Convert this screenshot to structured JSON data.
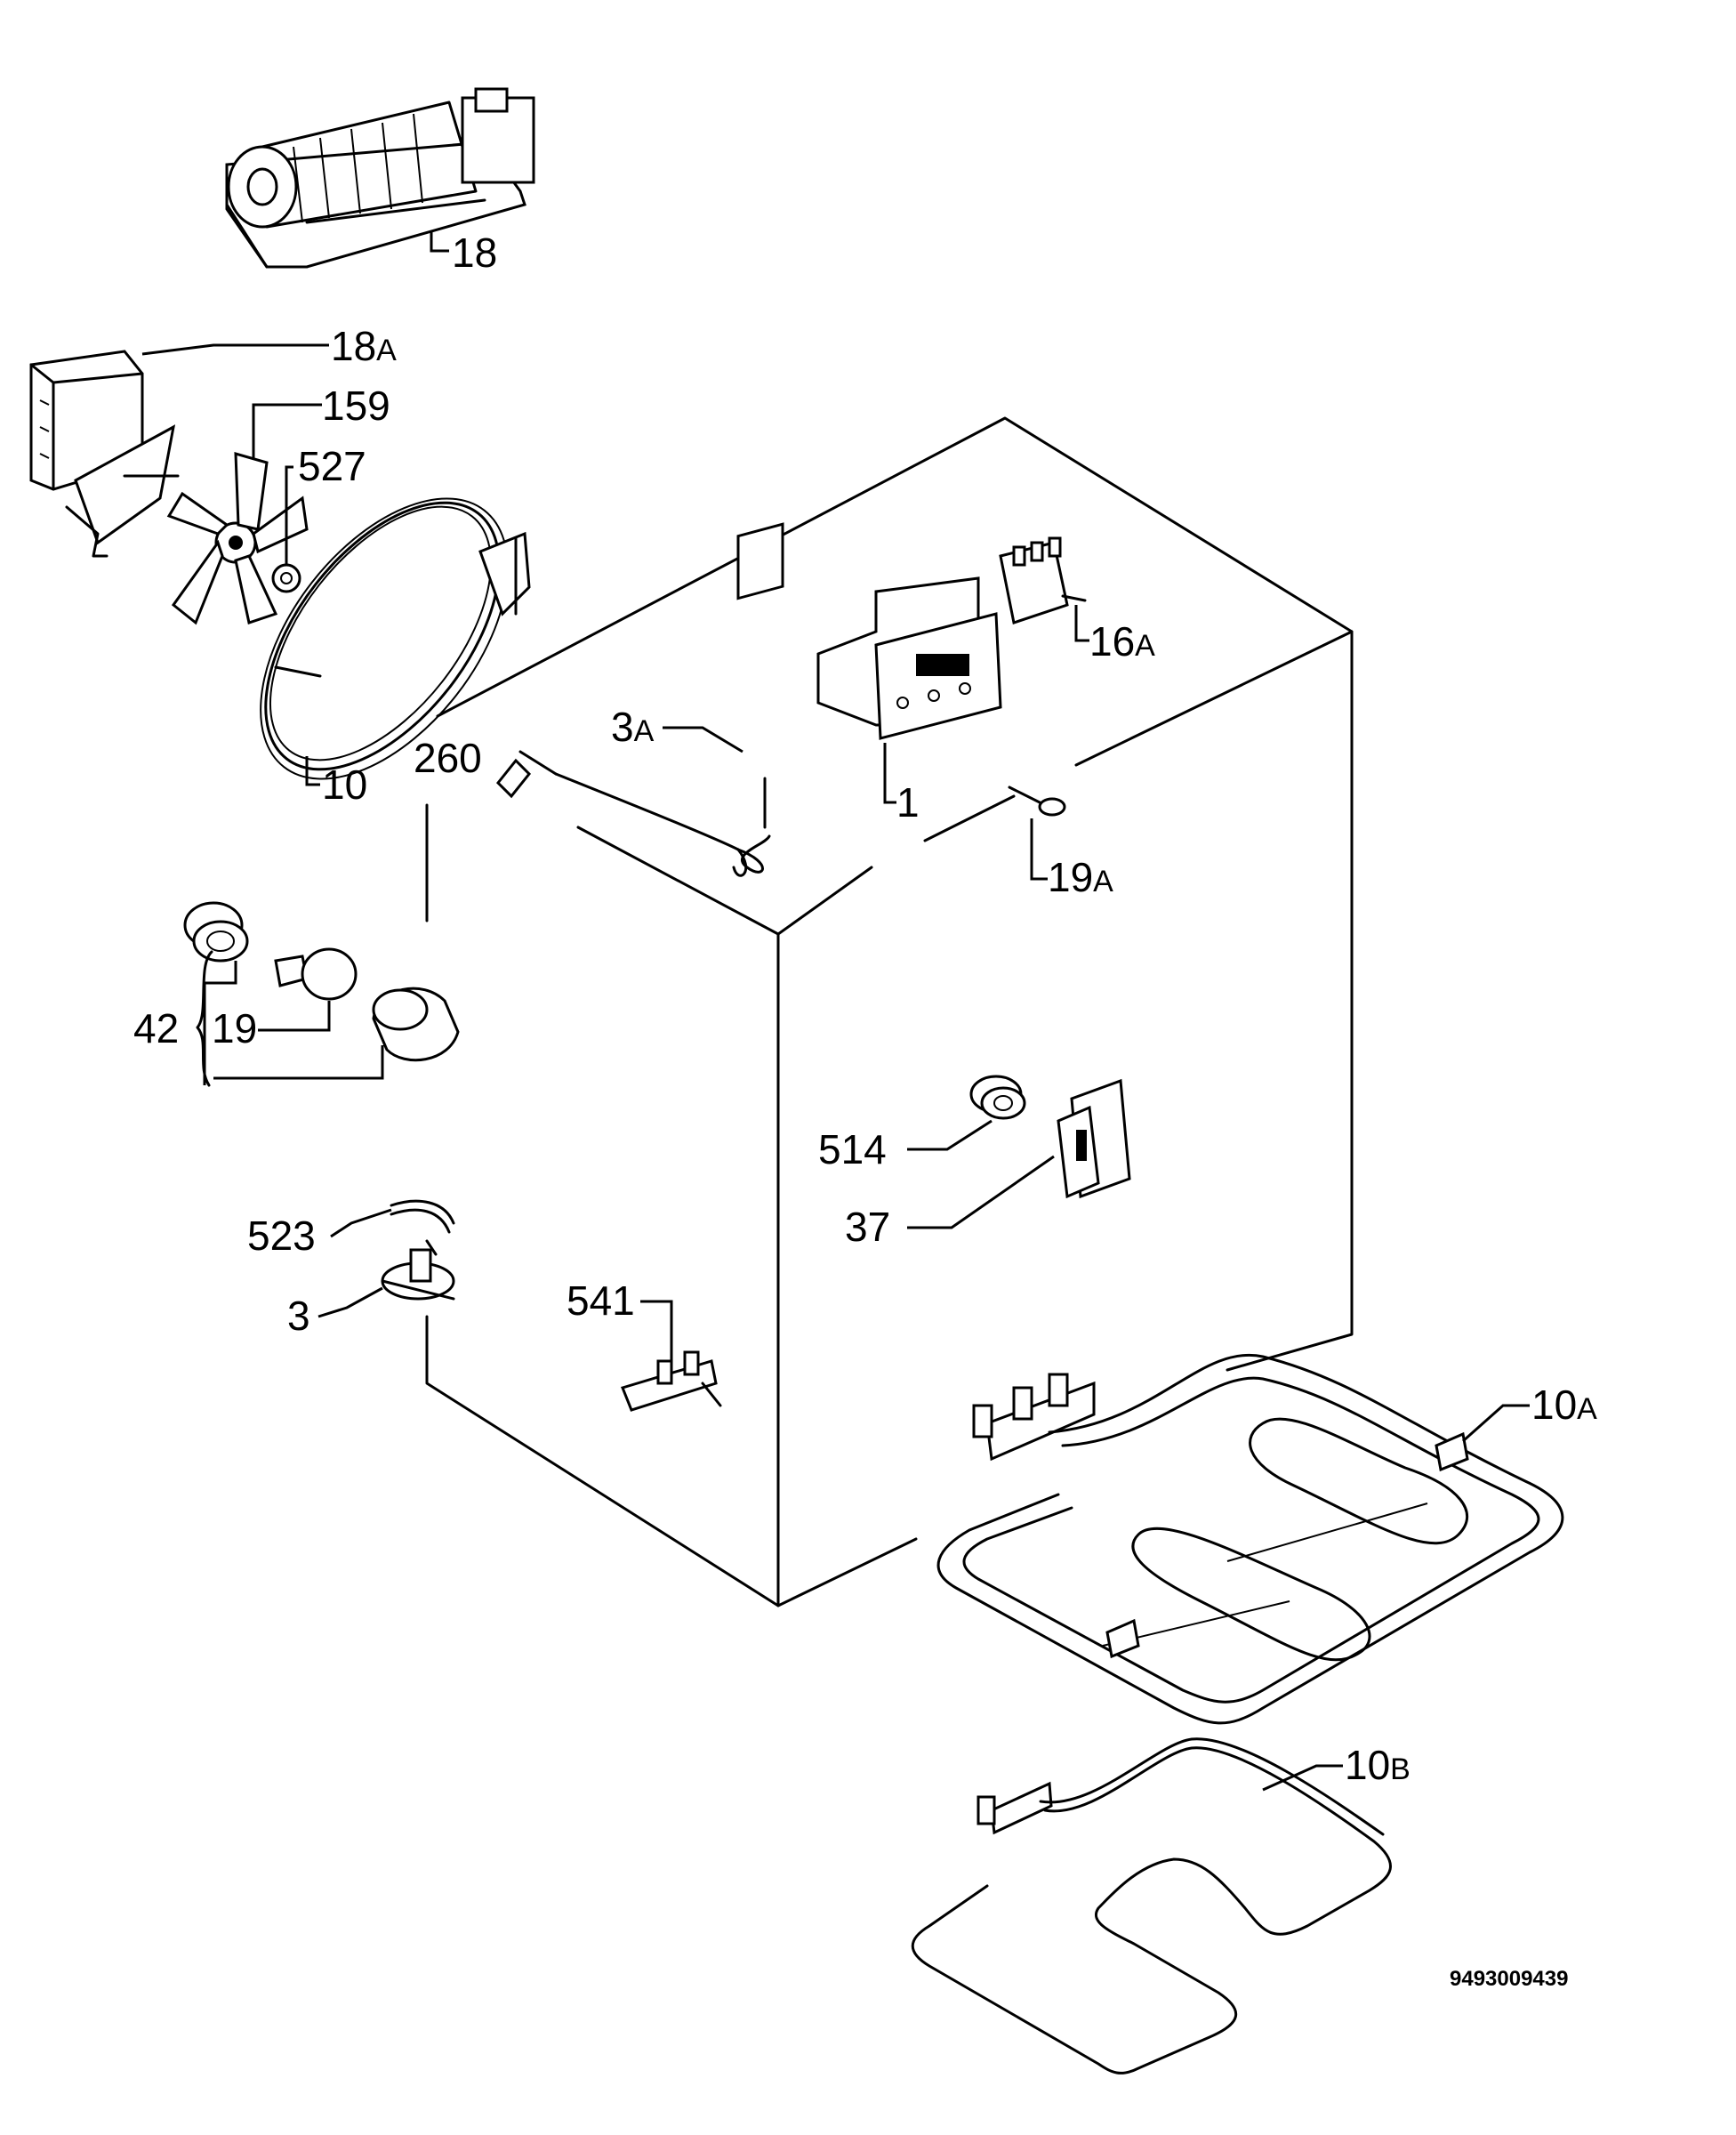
{
  "labels": {
    "p18": {
      "num": "18",
      "suf": ""
    },
    "p18a": {
      "num": "18",
      "suf": "A"
    },
    "p159": {
      "num": "159",
      "suf": ""
    },
    "p527": {
      "num": "527",
      "suf": ""
    },
    "p10": {
      "num": "10",
      "suf": ""
    },
    "p260": {
      "num": "260",
      "suf": ""
    },
    "p3a": {
      "num": "3",
      "suf": "A"
    },
    "p1": {
      "num": "1",
      "suf": ""
    },
    "p16a": {
      "num": "16",
      "suf": "A"
    },
    "p19a": {
      "num": "19",
      "suf": "A"
    },
    "p42": {
      "num": "42",
      "suf": ""
    },
    "p19": {
      "num": "19",
      "suf": ""
    },
    "p514": {
      "num": "514",
      "suf": ""
    },
    "p37": {
      "num": "37",
      "suf": ""
    },
    "p523": {
      "num": "523",
      "suf": ""
    },
    "p3": {
      "num": "3",
      "suf": ""
    },
    "p541": {
      "num": "541",
      "suf": ""
    },
    "p10a": {
      "num": "10",
      "suf": "A"
    },
    "p10b": {
      "num": "10",
      "suf": "B"
    }
  },
  "document_code": "9493009439"
}
